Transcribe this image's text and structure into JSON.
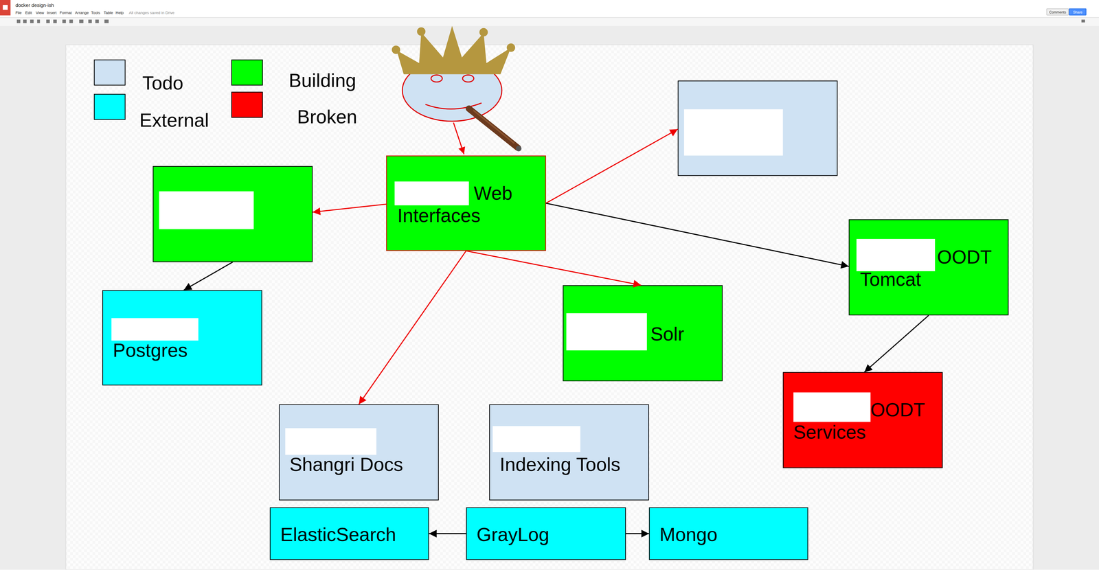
{
  "diagram": {
    "title": "docker design-ish",
    "nodes": [
      {
        "text": [
          "Web Interfaces"
        ]
      },
      {
        "text": []
      },
      {
        "text": []
      },
      {
        "text": [
          "OODT Tomcat"
        ]
      },
      {
        "text": [
          "Postgres"
        ]
      },
      {
        "text": [
          "Solr"
        ]
      },
      {
        "text": [
          "OODT Services"
        ]
      },
      {
        "text": [
          "Shangri Docs"
        ]
      },
      {
        "text": [
          "Indexing Tools"
        ]
      },
      {
        "text": [
          "ElasticSearch"
        ]
      },
      {
        "text": [
          "GrayLog"
        ]
      },
      {
        "text": [
          "Mongo"
        ]
      }
    ],
    "edges": [
      {
        "from": 0,
        "to": 2,
        "arrow": "to"
      },
      {
        "from": 0,
        "to": 1,
        "arrow": "to"
      },
      {
        "from": 0,
        "to": 3,
        "arrow": "to"
      },
      {
        "from": 0,
        "to": 5,
        "arrow": "to"
      },
      {
        "from": 0,
        "to": 7,
        "arrow": "to"
      },
      {
        "from": 2,
        "to": 4,
        "arrow": "to"
      },
      {
        "from": 3,
        "to": 6,
        "arrow": "to"
      },
      {
        "from": 10,
        "to": 9,
        "arrow": "to"
      },
      {
        "from": 10,
        "to": 11,
        "arrow": "to"
      }
    ],
    "labels": [
      "File",
      "Edit",
      "View",
      "Insert",
      "Format",
      "Arrange",
      "Tools",
      "Table",
      "Help",
      "All changes saved in Drive",
      "Comments",
      "Share"
    ],
    "legend": [
      {
        "text": "Todo",
        "color": "#cfe2f3"
      },
      {
        "text": "Building",
        "color": "#00ff00"
      },
      {
        "text": "External",
        "color": "#00ffff"
      },
      {
        "text": "Broken",
        "color": "#ff0000"
      }
    ]
  }
}
